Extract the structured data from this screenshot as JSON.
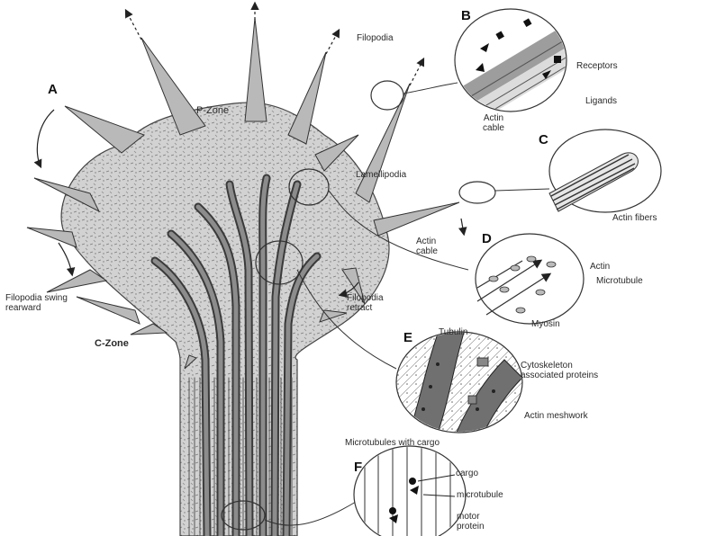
{
  "panels": {
    "a": "A",
    "b": "B",
    "c": "C",
    "d": "D",
    "e": "E",
    "f": "F"
  },
  "labels": {
    "p_zone": "P-Zone",
    "c_zone": "C-Zone",
    "filopodia": "Filopodia",
    "lamellipodia": "Lamellipodia",
    "actin_cable_main": "Actin cable",
    "filopodia_swing": "Filopodia swing rearward",
    "filopodia_retract": "Filopodia retract",
    "receptors": "Receptors",
    "ligands": "Ligands",
    "actin_cable_b": "Actin cable",
    "actin_fibers": "Actin fibers",
    "c_side_label": "",
    "actin_d": "Actin",
    "microtubule_d": "Microtubule",
    "myosin": "Myosin",
    "tubulin": "Tubulin",
    "cytoskeleton_proteins": "Cytoskeleton associated proteins",
    "actin_meshwork": "Actin meshwork",
    "microtubules_cargo": "Microtubules with cargo",
    "cargo": "cargo",
    "microtubule_f": "microtubule",
    "motor_protein": "motor protein"
  },
  "colors": {
    "ink": "#222222",
    "cell_fill": "#c9c9c9",
    "microtubule": "#6f6f6f",
    "background": "#ffffff"
  }
}
